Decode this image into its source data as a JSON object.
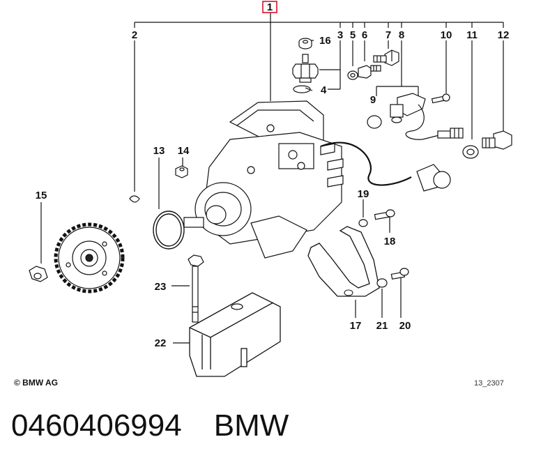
{
  "diagram": {
    "highlight_color": "#d6001c",
    "callouts": {
      "c1": "1",
      "c2": "2",
      "c3": "3",
      "c4": "4",
      "c5": "5",
      "c6": "6",
      "c7": "7",
      "c8": "8",
      "c9": "9",
      "c10": "10",
      "c11": "11",
      "c12": "12",
      "c13": "13",
      "c14": "14",
      "c15": "15",
      "c16": "16",
      "c17": "17",
      "c18": "18",
      "c19": "19",
      "c20": "20",
      "c21": "21",
      "c22": "22",
      "c23": "23"
    },
    "copyright": "© BMW AG",
    "drawing_number": "13_2307"
  },
  "caption": {
    "part_number": "0460406994",
    "brand": "BMW"
  }
}
